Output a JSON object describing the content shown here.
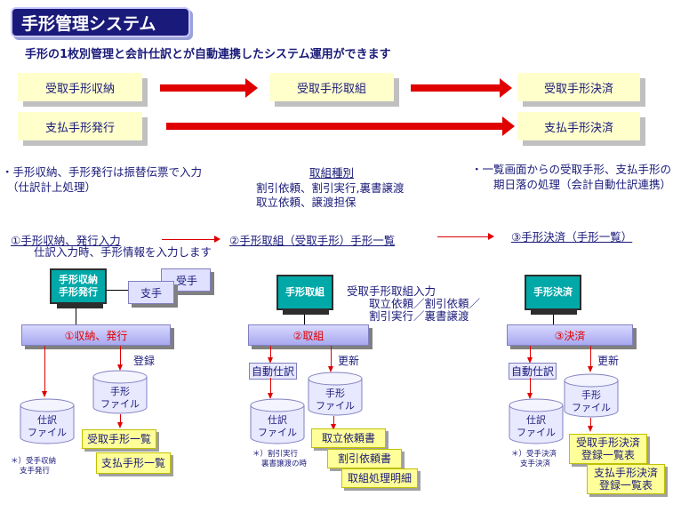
{
  "title": "手形管理システム",
  "subtitle": "手形の1枚別管理と会計仕訳とが自動連携したシステム運用ができます",
  "top_flow": {
    "recv_collect": "受取手形収納",
    "recv_process": "受取手形取組",
    "recv_settle": "受取手形決済",
    "pay_issue": "支払手形発行",
    "pay_settle": "支払手形決済"
  },
  "notes": {
    "left_1": "・手形収納、手形発行は振替伝票で入力",
    "left_2": "（仕訳計上処理）",
    "mid_head": "取組種別",
    "mid_1": "割引依頼、割引実行,裏書譲渡",
    "mid_2": "取立依頼、譲渡担保",
    "right_1": "・一覧画面からの受取手形、支払手形の",
    "right_2": "期日落の処理（会計自動仕訳連携）"
  },
  "steps": {
    "s1": "①手形収納、発行入力",
    "s1_sub": "仕訳入力時、手形情報を入力します",
    "s2": "②手形取組（受取手形）手形一覧",
    "s3": "③手形決済（手形一覧）"
  },
  "col1": {
    "monitor_1": "手形収納",
    "monitor_2": "手形発行",
    "card_pay": "支手",
    "card_recv": "受手",
    "proc": "①収納、発行",
    "register": "登録",
    "cyl_bill_1": "手形",
    "cyl_bill_2": "ファイル",
    "cyl_journal_1": "仕訳",
    "cyl_journal_2": "ファイル",
    "doc_1": "受取手形一覧",
    "doc_2": "支払手形一覧",
    "foot_1": "＊）受手収納",
    "foot_2": "支手発行"
  },
  "col2": {
    "monitor": "手形取組",
    "input_head": "受取手形取組入力",
    "input_1": "取立依頼／割引依頼／",
    "input_2": "割引実行／裏書譲渡",
    "proc": "②取組",
    "auto_journal": "自動仕訳",
    "update": "更新",
    "cyl_bill_1": "手形",
    "cyl_bill_2": "ファイル",
    "cyl_journal_1": "仕訳",
    "cyl_journal_2": "ファイル",
    "doc_1": "取立依頼書",
    "doc_2": "割引依頼書",
    "doc_3": "取組処理明細",
    "foot_1": "＊）割引実行",
    "foot_2": "裏書譲渡の時"
  },
  "col3": {
    "monitor": "手形決済",
    "proc": "③決済",
    "auto_journal": "自動仕訳",
    "update": "更新",
    "cyl_bill_1": "手形",
    "cyl_bill_2": "ファイル",
    "cyl_journal_1": "仕訳",
    "cyl_journal_2": "ファイル",
    "doc_1a": "受取手形決済",
    "doc_1b": "登録一覧表",
    "doc_2a": "支払手形決済",
    "doc_2b": "登録一覧表",
    "foot_1": "＊）受手決済",
    "foot_2": "支手決済"
  }
}
